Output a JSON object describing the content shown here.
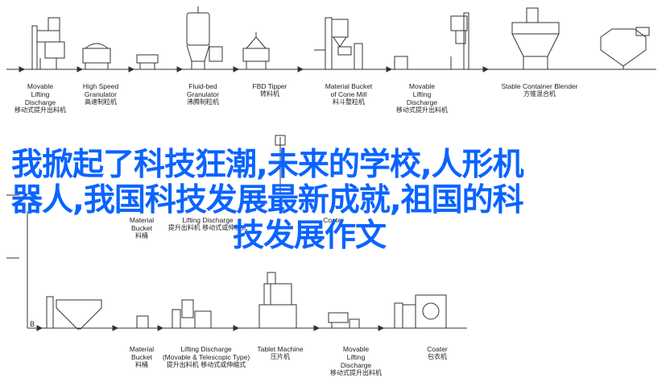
{
  "overlay": {
    "line1": "我掀起了科技狂潮,未来的学校,人形机",
    "line2": "器人,我国科技发展最新成就,祖国的科",
    "line3": "技发展作文"
  },
  "row1": [
    {
      "en1": "Movable",
      "en2": "Lifting",
      "en3": "Discharge",
      "zh": "移动式提升出料机"
    },
    {
      "en1": "High Speed",
      "en2": "Granulator",
      "en3": "",
      "zh": "高速制粒机"
    },
    {
      "en1": "Fluid-bed",
      "en2": "Granulator",
      "en3": "",
      "zh": "沸腾制粒机"
    },
    {
      "en1": "FBD Tipper",
      "en2": "",
      "en3": "",
      "zh": "转料机"
    },
    {
      "en1": "Material Bucket",
      "en2": "of Cone Mill",
      "en3": "",
      "zh": "料斗整粒机"
    },
    {
      "en1": "Movable",
      "en2": "Lifting",
      "en3": "Discharge",
      "zh": "移动式提升出料机"
    },
    {
      "en1": "Stable Container Blender",
      "en2": "",
      "en3": "",
      "zh": "方锥混合机"
    }
  ],
  "row2": [
    {
      "en1": "Material",
      "en2": "Bucket",
      "zh": "料桶"
    },
    {
      "en1": "Lifting Discharge",
      "en2": "",
      "zh": "提升出料机 移动式或伸缩式"
    },
    {
      "en1": "Coater",
      "en2": "",
      "zh": ""
    }
  ],
  "row3": [
    {
      "en1": "Material",
      "en2": "Bucket",
      "en3": "",
      "zh": "料桶"
    },
    {
      "en1": "Lifting Discharge",
      "en2": "(Movable & Telescopic Type)",
      "en3": "",
      "zh": "提升出料机 移动式或伸缩式"
    },
    {
      "en1": "Tablet Machine",
      "en2": "",
      "en3": "",
      "zh": "压片机"
    },
    {
      "en1": "Movable",
      "en2": "Lifting",
      "en3": "Discharge",
      "zh": "移动式提升出料机"
    },
    {
      "en1": "Coater",
      "en2": "",
      "en3": "",
      "zh": "包衣机"
    }
  ],
  "markers": {
    "b": "B"
  }
}
